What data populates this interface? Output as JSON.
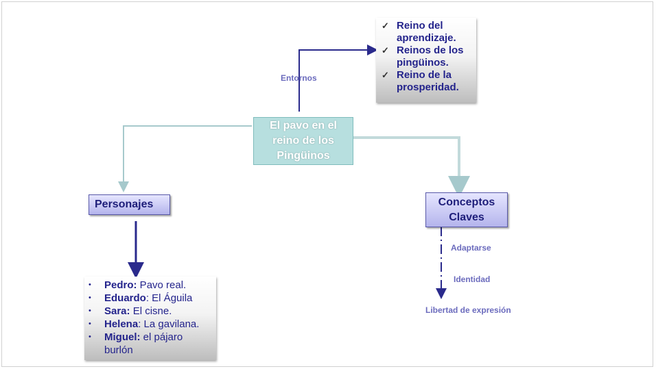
{
  "center": {
    "title": "El pavo en el\nreino de los\nPingüinos"
  },
  "entornos": {
    "label": "Entornos",
    "items": [
      {
        "check": "✓",
        "text": "Reino del aprendizaje."
      },
      {
        "check": "✓",
        "text": "Reinos de los pingüinos."
      },
      {
        "check": "✓",
        "text": "Reino de la prosperidad."
      }
    ]
  },
  "personajes": {
    "label": "Personajes",
    "items": [
      {
        "name": "Pedro:",
        "desc": " Pavo real."
      },
      {
        "name": "Eduardo",
        "desc": ": El Águila"
      },
      {
        "name": "Sara:",
        "desc": " El cisne."
      },
      {
        "name": "Helena",
        "desc": ": La gavilana."
      },
      {
        "name": "Miguel:",
        "desc": " el pájaro burlón"
      }
    ]
  },
  "conceptos": {
    "label": "Conceptos\nClaves",
    "items": [
      "Adaptarse",
      "Identidad",
      "Libertad de expresión"
    ]
  },
  "colors": {
    "dark_arrow": "#2a2a8c",
    "light_arrow": "#a6c9cc",
    "label_purple": "#6b6bbd"
  }
}
